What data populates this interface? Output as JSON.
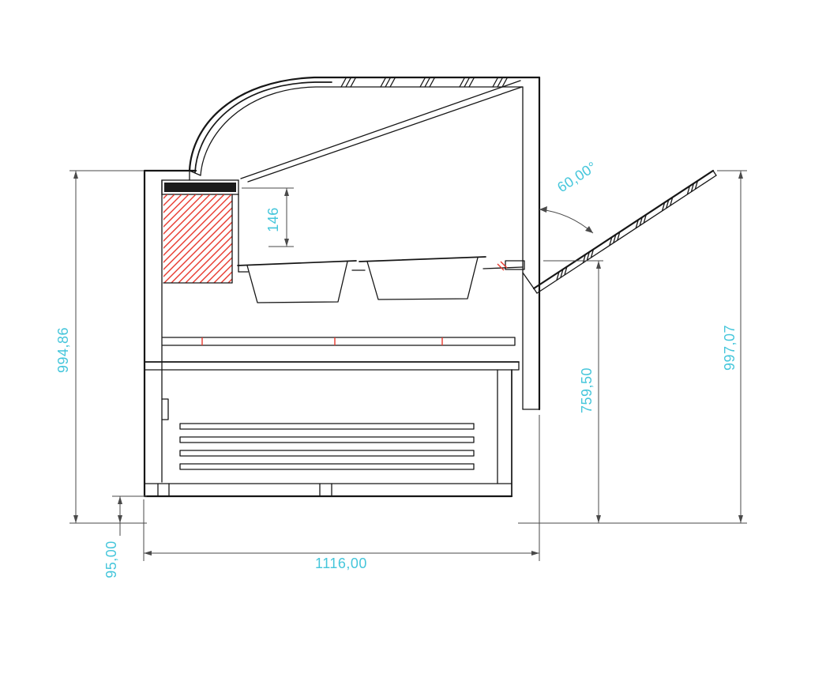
{
  "dimensions": {
    "overall_height": "994,86",
    "base_height": "95,00",
    "overall_width": "1116,00",
    "well_depth": "146",
    "glass_angle": "60,00°",
    "glass_pivot_height": "759,50",
    "open_glass_height": "997,07"
  },
  "colors": {
    "dimension_text": "#45c6db",
    "section_hatch": "#e8392e",
    "drawing_lines": "#161616",
    "dimension_lines": "#4a4a4a"
  }
}
